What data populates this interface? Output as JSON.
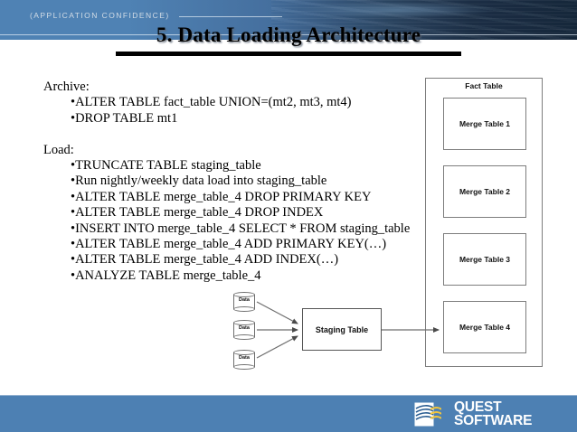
{
  "header": {
    "confidence_label": "(APPLICATION CONFIDENCE)",
    "title": "5. Data Loading Architecture",
    "banner_color_left": "#4f82b4",
    "banner_color_right": "#16283c"
  },
  "content": {
    "sections": [
      {
        "heading": "Archive:",
        "bullets": [
          "ALTER TABLE fact_table UNION=(mt2, mt3, mt4)",
          "DROP TABLE mt1"
        ]
      },
      {
        "heading": "Load:",
        "bullets": [
          "TRUNCATE TABLE staging_table",
          "Run nightly/weekly data load into staging_table",
          "ALTER TABLE merge_table_4 DROP PRIMARY KEY",
          "ALTER TABLE merge_table_4 DROP INDEX",
          "INSERT INTO merge_table_4 SELECT * FROM staging_table",
          "ALTER TABLE merge_table_4 ADD PRIMARY KEY(…)",
          "ALTER TABLE merge_table_4 ADD INDEX(…)",
          "ANALYZE TABLE merge_table_4"
        ]
      }
    ],
    "bullet_glyph": "•"
  },
  "diagram": {
    "fact_table_label": "Fact Table",
    "merge_tables": [
      "Merge Table 1",
      "Merge Table 2",
      "Merge Table 3",
      "Merge Table 4"
    ],
    "staging_label": "Staging Table",
    "data_sources": [
      "Data",
      "Data",
      "Data"
    ],
    "line_color": "#7d7d7d"
  },
  "footer": {
    "brand_line1": "QUEST",
    "brand_line2": "SOFTWARE",
    "background_color": "#4d80b3",
    "accent_color": "#f2c63c"
  }
}
